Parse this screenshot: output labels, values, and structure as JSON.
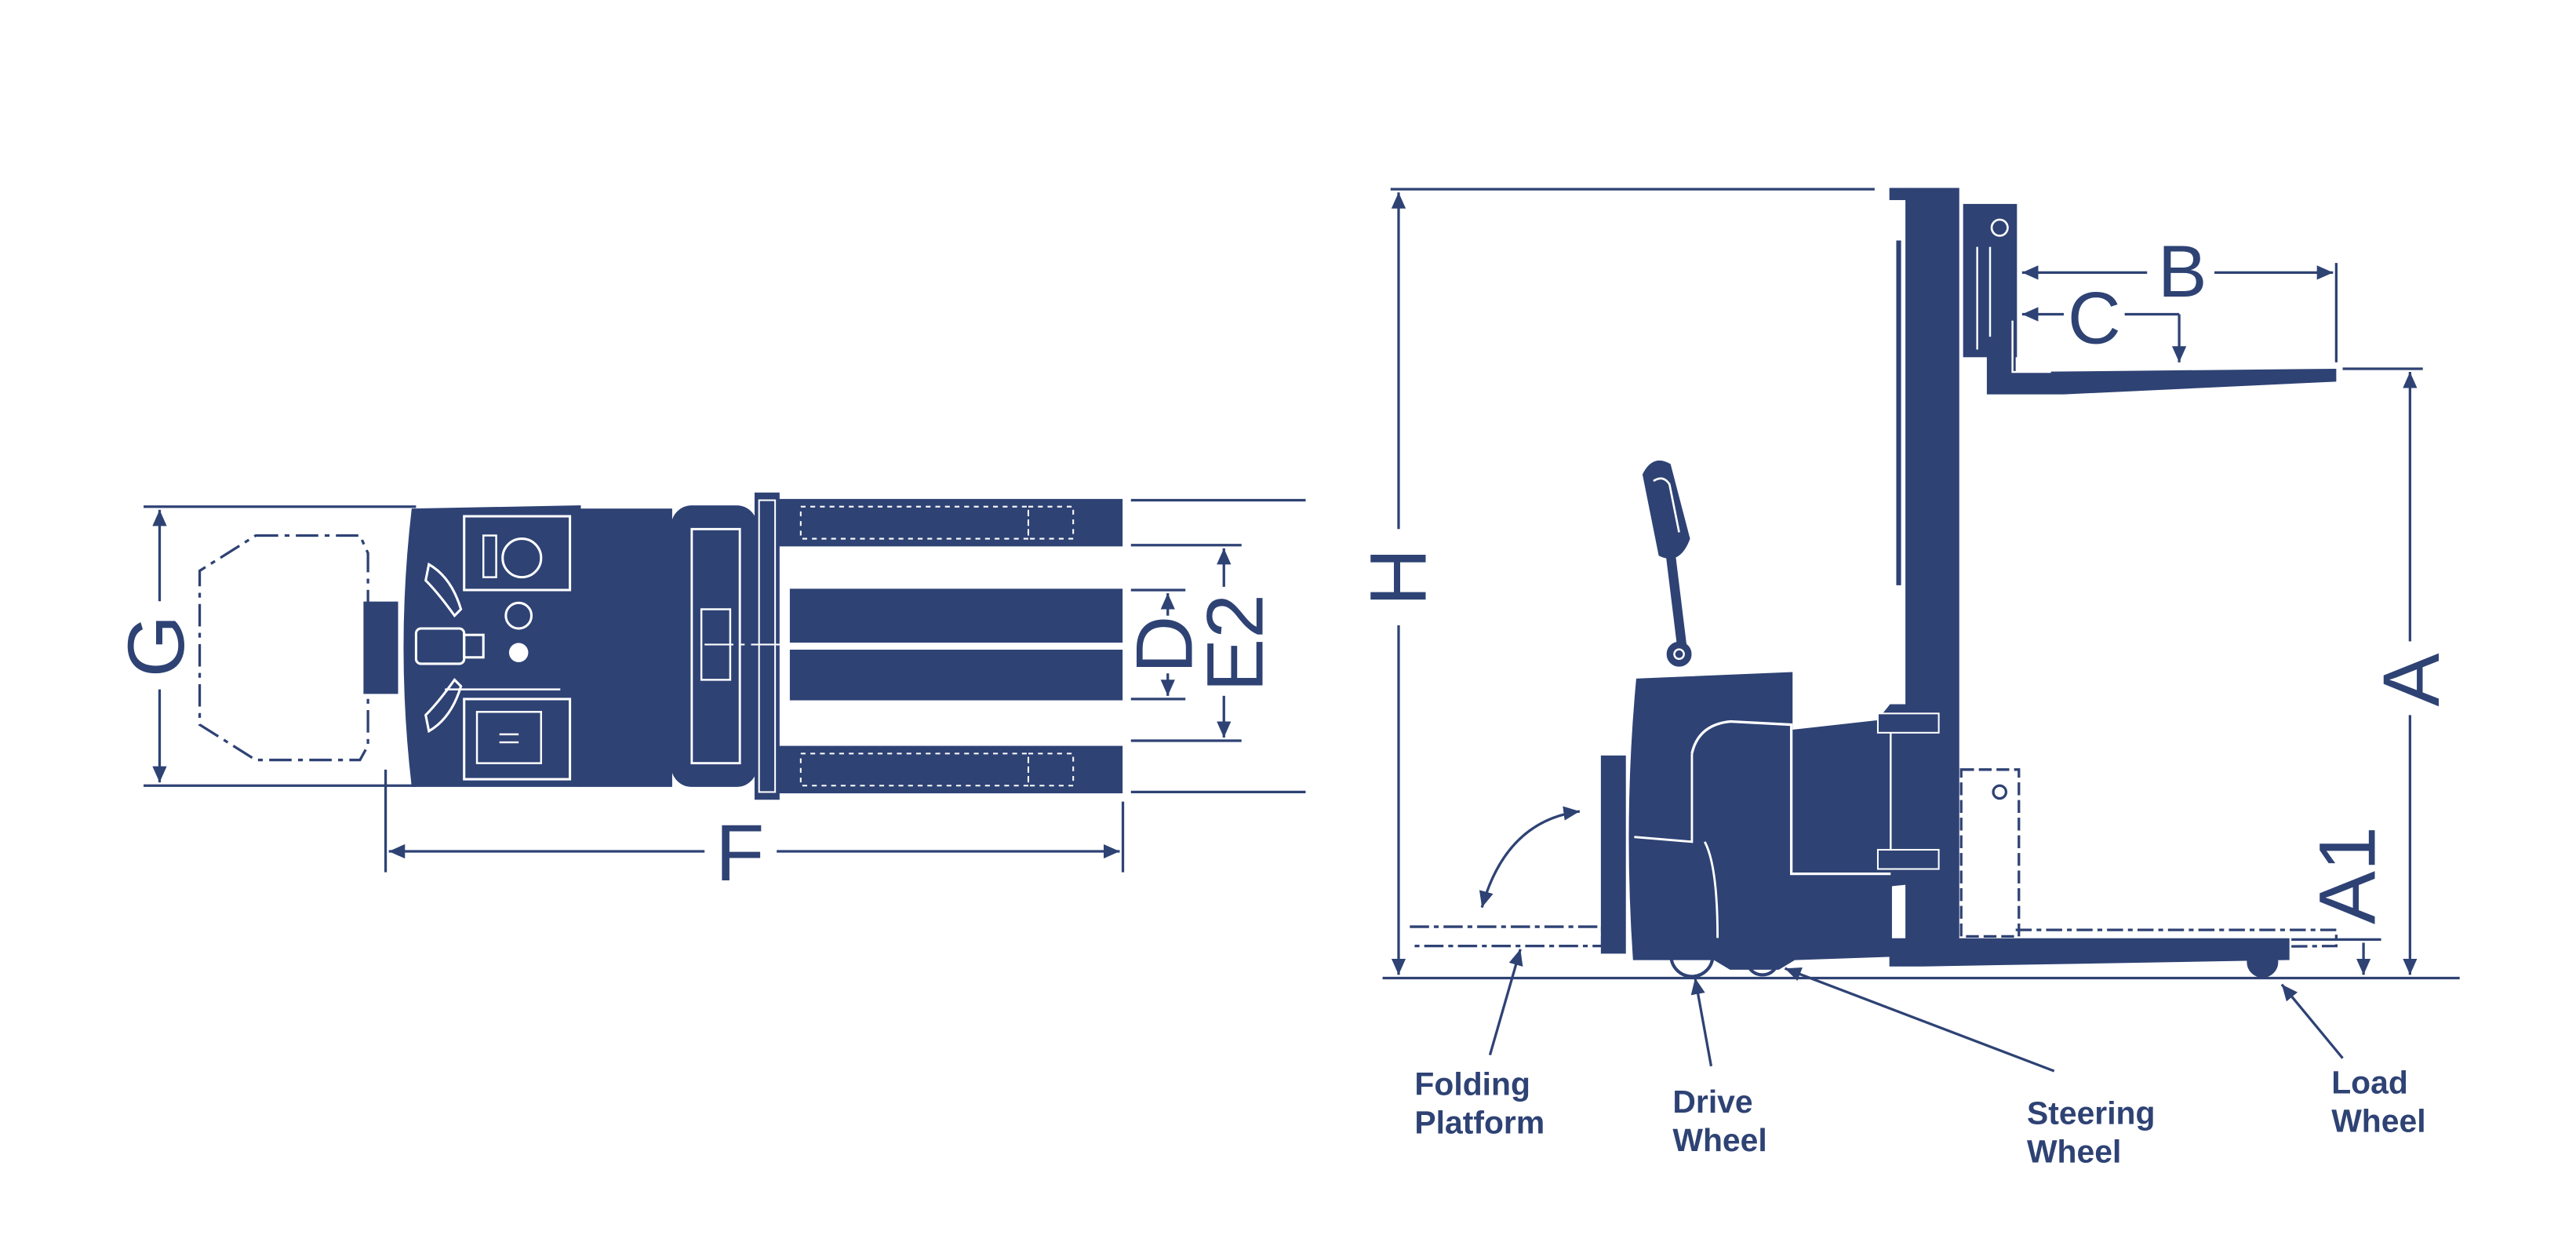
{
  "colors": {
    "ink": "#2e4274",
    "background": "#ffffff",
    "detail": "#ffffff"
  },
  "top_view": {
    "labels": {
      "G": "G",
      "F": "F",
      "D": "D",
      "E2": "E2"
    }
  },
  "side_view": {
    "labels": {
      "H": "H",
      "B": "B",
      "C": "C",
      "A": "A",
      "A1": "A1"
    },
    "callouts": {
      "folding_platform": {
        "line1": "Folding",
        "line2": "Platform"
      },
      "drive_wheel": {
        "line1": "Drive",
        "line2": "Wheel"
      },
      "steering_wheel": {
        "line1": "Steering",
        "line2": "Wheel"
      },
      "load_wheel": {
        "line1": "Load",
        "line2": "Wheel"
      }
    }
  }
}
